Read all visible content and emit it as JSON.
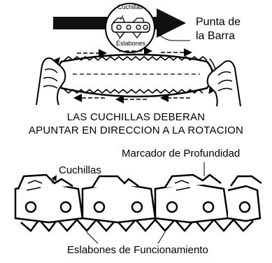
{
  "inset": {
    "cutters_label": "Cuchillas",
    "links_label": "Eslabones"
  },
  "bar_tip_label": [
    "Punta de",
    "la Barra"
  ],
  "caption": [
    "LAS CUCHILLAS DEBERAN",
    "APUNTAR EN DIRECCION A LA ROTACION"
  ],
  "detail": {
    "depth_gauge_label": "Marcador de Profundidad",
    "cutters_label": "Cuchillas",
    "drive_links_label": "Eslabones de Funcionamiento"
  },
  "colors": {
    "ink": "#000000",
    "paper": "#ffffff",
    "arrow_fill": "#111111"
  }
}
